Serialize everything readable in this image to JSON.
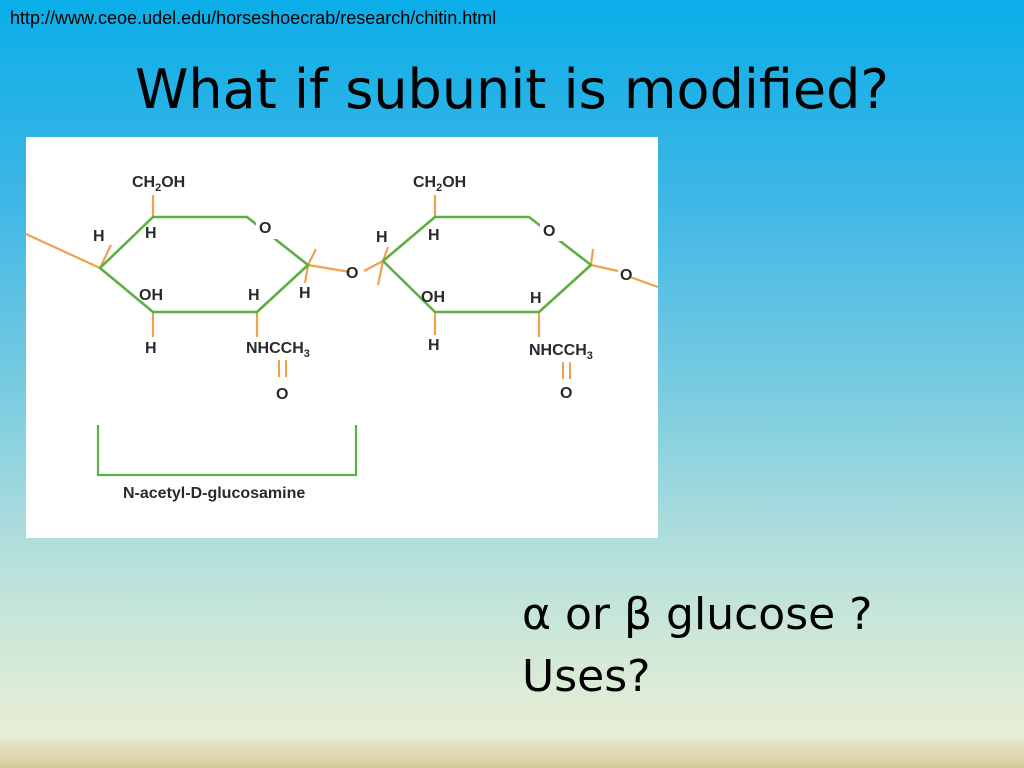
{
  "slide": {
    "url_text": "http://www.ceoe.udel.edu/horseshoecrab/research/chitin.html",
    "title": "What if subunit is modified?",
    "questions": [
      "α or β glucose ?",
      "Uses?"
    ]
  },
  "diagram": {
    "caption": "N-acetyl-D-glucosamine",
    "glycosidic_o_label": "O",
    "units": [
      {
        "ch2oh": "CH",
        "ch2oh_sub": "2",
        "ch2oh_tail": "OH",
        "h_left": "H",
        "h_top": "H",
        "ring_o": "O",
        "oh": "OH",
        "h_mid": "H",
        "h_right": "H",
        "h_bottom": "H",
        "nhcch": "NHCCH",
        "nhcch_sub": "3",
        "carbonyl_o": "O"
      },
      {
        "ch2oh": "CH",
        "ch2oh_sub": "2",
        "ch2oh_tail": "OH",
        "h_left": "H",
        "h_top": "H",
        "ring_o": "O",
        "oh": "OH",
        "h_mid": "H",
        "h_bottom": "H",
        "nhcch": "NHCCH",
        "nhcch_sub": "3",
        "carbonyl_o": "O"
      }
    ],
    "colors": {
      "ring": "#5cb043",
      "bond": "#f0a24a",
      "bracket": "#5cb043",
      "text": "#2a2a2a"
    }
  }
}
